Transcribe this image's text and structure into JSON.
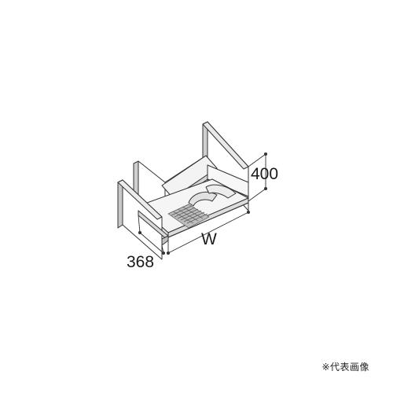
{
  "dimensions": {
    "height": "400",
    "width": "W",
    "depth": "368"
  },
  "note": "※代表画像"
}
